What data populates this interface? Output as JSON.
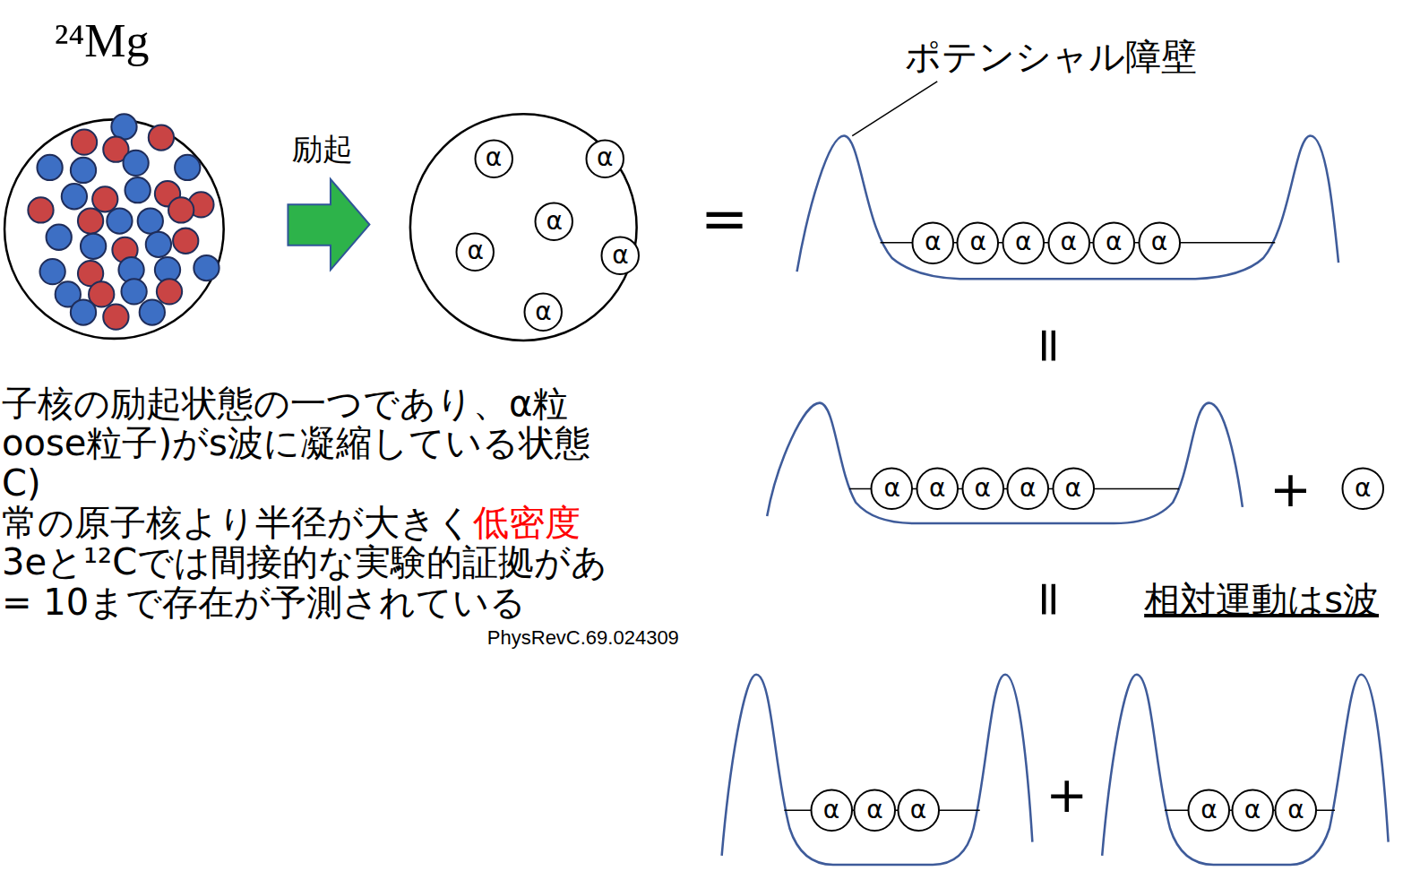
{
  "diagram": {
    "nodes": [
      {
        "text": [
          "α"
        ]
      },
      {
        "text": [
          "α"
        ]
      },
      {
        "text": [
          "α"
        ]
      },
      {
        "text": [
          "α"
        ]
      },
      {
        "text": [
          "α"
        ]
      },
      {
        "text": [
          "α"
        ]
      },
      {
        "text": [
          "α"
        ]
      },
      {
        "text": [
          "α"
        ]
      },
      {
        "text": [
          "α"
        ]
      },
      {
        "text": [
          "α"
        ]
      },
      {
        "text": [
          "α"
        ]
      },
      {
        "text": [
          "α"
        ]
      },
      {
        "text": [
          "α"
        ]
      },
      {
        "text": [
          "α"
        ]
      },
      {
        "text": [
          "α"
        ]
      },
      {
        "text": [
          "α"
        ]
      },
      {
        "text": [
          "α"
        ]
      },
      {
        "text": [
          "α"
        ]
      },
      {
        "text": [
          "α"
        ]
      },
      {
        "text": [
          "α"
        ]
      },
      {
        "text": [
          "α"
        ]
      },
      {
        "text": [
          "α"
        ]
      },
      {
        "text": [
          "α"
        ]
      },
      {
        "text": [
          "α"
        ]
      }
    ],
    "labels": [
      "²⁴Mg",
      "励起",
      "=",
      "ポテンシャル障壁",
      "=",
      "+",
      "=",
      "相対運動はs波",
      "+",
      "子核の励起状態の一つであり、α粒",
      "oose粒子)がs波に凝縮している状態",
      "C)",
      "常の原子核より半径が大きく",
      "低密度",
      "3eと¹²Cでは間接的な実験的証拠があ",
      "= 10まで存在が予測されている",
      "PhysRevC.69.024309"
    ]
  }
}
